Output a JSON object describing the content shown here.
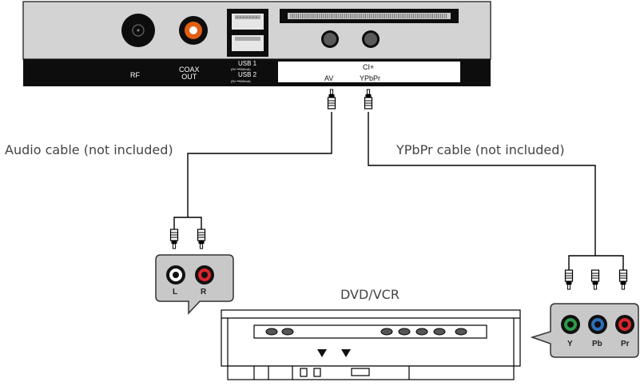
{
  "tv_panel": {
    "ports": {
      "rf": "RF",
      "coax_out": "COAX\nOUT",
      "usb1": "USB 1",
      "usb1_spec": "(5V ⎓500mA)",
      "usb2": "USB 2",
      "usb2_spec": "(5V ⎓500mA)",
      "ci": "CI+",
      "av": "AV",
      "ypbpr": "YPbPr"
    }
  },
  "cables": {
    "audio": "Audio cable (not included)",
    "ypbpr": "YPbPr cable (not included)"
  },
  "device": {
    "label": "DVD/VCR"
  },
  "audio_jacks": {
    "left": "L",
    "right": "R"
  },
  "component_jacks": {
    "y": "Y",
    "pb": "Pb",
    "pr": "Pr"
  },
  "colors": {
    "panel_gray": "#d3d3d3",
    "label_bar": "#0d0d0d",
    "coax_orange": "#e25e13",
    "jack_red": "#d9262c",
    "jack_green": "#2e9a48",
    "jack_blue": "#2c6fb8",
    "bubble_gray": "#c8c8c8"
  }
}
